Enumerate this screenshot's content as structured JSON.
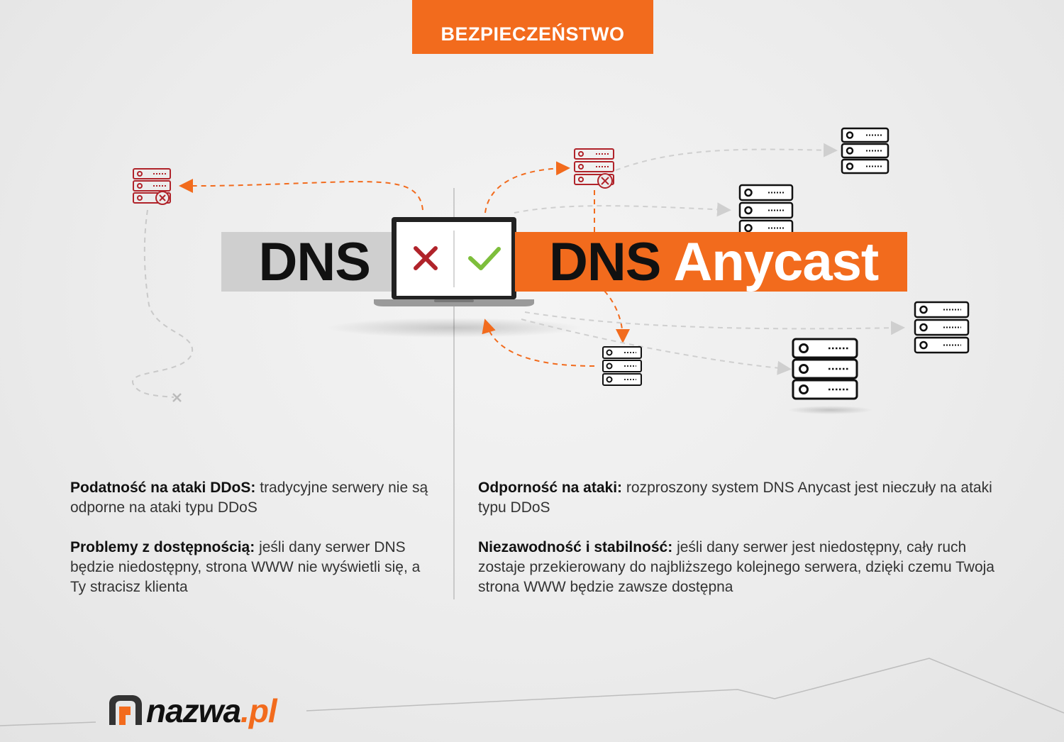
{
  "header": {
    "category": "BEZPIECZEŃSTWO"
  },
  "comparison": {
    "left_label": "DNS",
    "right_label_dns": "DNS",
    "right_label_anycast": "Anycast"
  },
  "left_column": [
    {
      "title": "Podatność na ataki DDoS:",
      "text": "tradycyjne serwery nie są odporne na ataki typu DDoS"
    },
    {
      "title": "Problemy z dostępnością:",
      "text": "jeśli dany serwer DNS będzie niedostępny, strona WWW nie wyświetli się, a Ty stracisz klienta"
    }
  ],
  "right_column": [
    {
      "title": "Odporność na ataki:",
      "text": "rozproszony system DNS Anycast jest nieczuły na ataki typu DDoS"
    },
    {
      "title": "Niezawodność i stabilność:",
      "text": "jeśli dany serwer jest niedostępny, cały ruch zostaje przekierowany do najbliższego kolejnego serwera, dzięki czemu Twoja strona WWW będzie zawsze dostępna"
    }
  ],
  "logo": {
    "name": "nazwa",
    "tld": ".pl"
  },
  "colors": {
    "accent": "#f26b1d",
    "error": "#b0232a",
    "ok": "#7dbe3b",
    "dark": "#111111",
    "muted": "#cfcfcf"
  }
}
